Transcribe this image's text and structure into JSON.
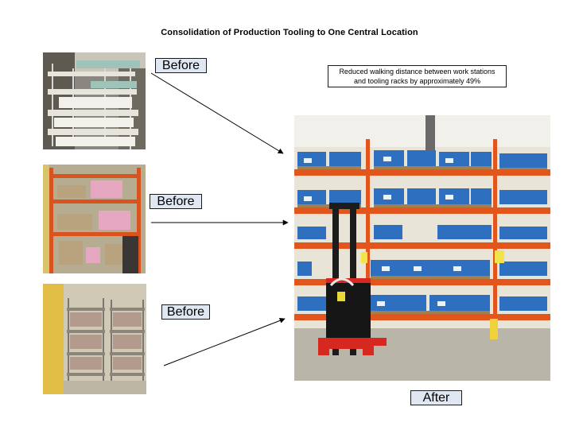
{
  "title": "Consolidation of Production Tooling to One Central Location",
  "labels": {
    "before_1": "Before",
    "before_2": "Before",
    "before_3": "Before",
    "after": "After"
  },
  "callout": {
    "line1": "Reduced walking distance between work stations",
    "line2": "and tooling racks by approximately 49%"
  },
  "colors": {
    "label_bg": "#dfe8f2",
    "rack_orange": "#e2551c",
    "bin_blue": "#2f6fc0"
  }
}
